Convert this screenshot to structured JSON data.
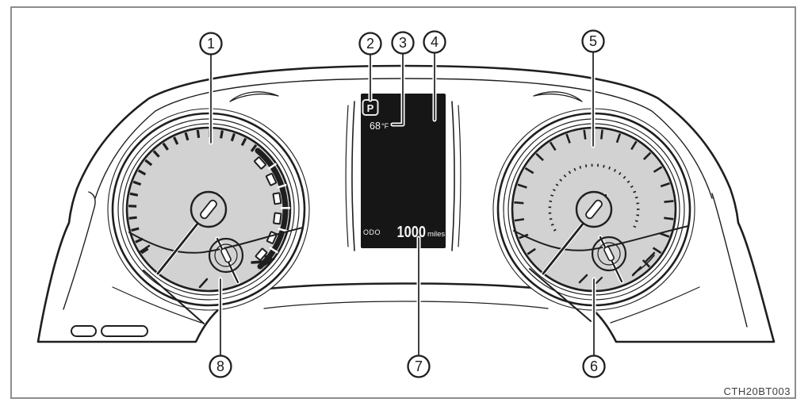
{
  "figure": {
    "code": "CTH20BT003"
  },
  "callouts": {
    "labels": [
      "1",
      "2",
      "3",
      "4",
      "5",
      "6",
      "7",
      "8"
    ]
  },
  "display": {
    "shift_indicator": "P",
    "temp_value": "68",
    "temp_unit": "°F",
    "odo_label": "ODO",
    "odo_value": "1000",
    "odo_unit": "miles"
  },
  "colors": {
    "line": "#1f1f1f",
    "face": "#d2d2d2",
    "display-bg": "#161616",
    "display-fg": "#f4f4f4",
    "frame": "#8d8d8d",
    "code": "#3f3f3f"
  }
}
